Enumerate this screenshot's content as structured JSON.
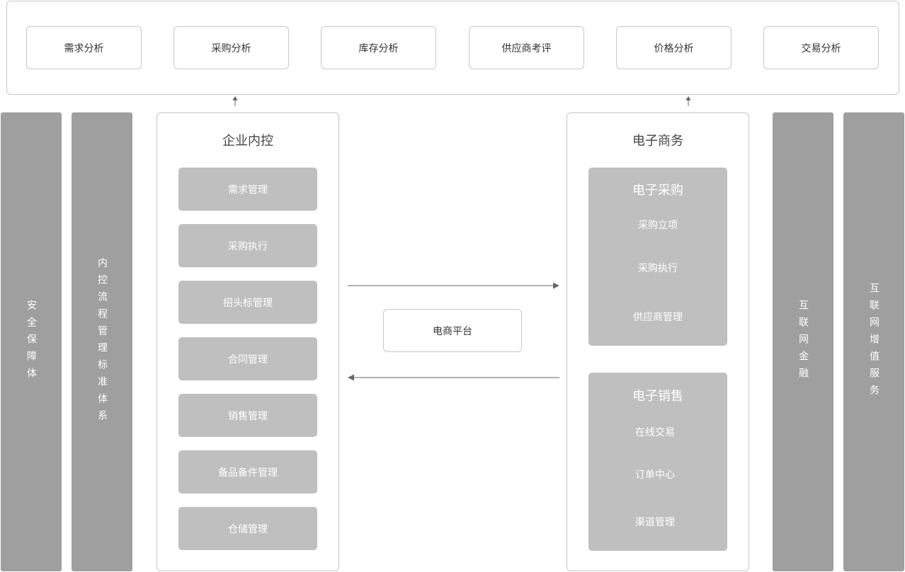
{
  "analysis": {
    "items": [
      "需求分析",
      "采购分析",
      "库存分析",
      "供应商考评",
      "价格分析",
      "交易分析"
    ]
  },
  "side_left": {
    "security": "安全保障体",
    "internal_control": "内控流程管理标准体系"
  },
  "side_right": {
    "finance": "互联网金融",
    "value_added": "互联网增值服务"
  },
  "enterprise": {
    "title": "企业内控",
    "items": [
      "需求管理",
      "采购执行",
      "招头标管理",
      "合同管理",
      "销售管理",
      "备品备件管理",
      "仓储管理"
    ]
  },
  "platform": {
    "label": "电商平台"
  },
  "ecommerce": {
    "title": "电子商务",
    "procurement": {
      "title": "电子采购",
      "items": [
        "采购立项",
        "采购执行",
        "供应商管理"
      ]
    },
    "sales": {
      "title": "电子销售",
      "items": [
        "在线交易",
        "订单中心",
        "渠道管理"
      ]
    }
  },
  "colors": {
    "dark_bar": "#9f9f9f",
    "light_box": "#bfbfbf",
    "border": "#c8c8c8",
    "arrow": "#666666"
  }
}
